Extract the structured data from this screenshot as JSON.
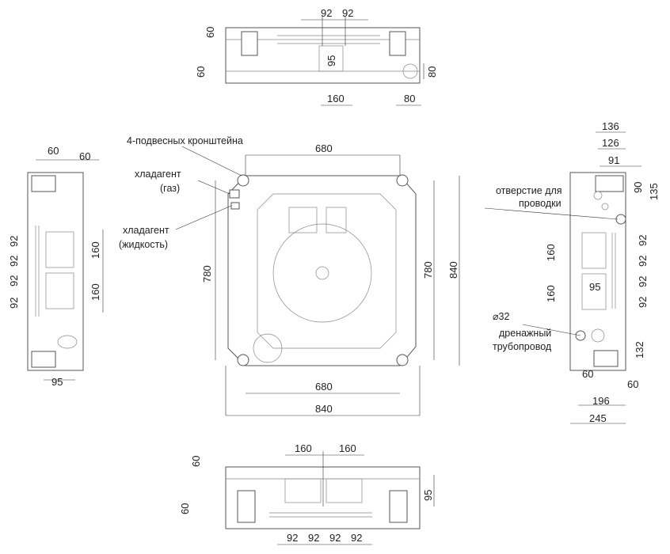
{
  "title": "Cassette unit dimensional drawing",
  "top_view": {
    "d1": "92",
    "d2": "92",
    "d3": "60",
    "d4": "60",
    "d5": "95",
    "d6": "80",
    "d7": "160",
    "d8": "80"
  },
  "main_view": {
    "w_top": "680",
    "h_left": "780",
    "h_right": "780",
    "h_outer": "840",
    "w_bottom": "680",
    "w_outer": "840",
    "label_brackets": "4-подвесных кронштейна",
    "label_gas_1": "хладагент",
    "label_gas_2": "(газ)",
    "label_liquid_1": "хладагент",
    "label_liquid_2": "(жидкость)"
  },
  "left_view": {
    "d1": "60",
    "d2": "60",
    "d92a": "92",
    "d92b": "92",
    "d92c": "92",
    "d92d": "92",
    "d160a": "160",
    "d160b": "160",
    "d95": "95"
  },
  "right_view": {
    "d136": "136",
    "d126": "126",
    "d91": "91",
    "d90": "90",
    "d135": "135",
    "label_wiring_1": "отверстие для",
    "label_wiring_2": "проводки",
    "d160a": "160",
    "d160b": "160",
    "d92a": "92",
    "d92b": "92",
    "d92c": "92",
    "d92d": "92",
    "d95": "95",
    "label_dia": "⌀32",
    "label_drain_1": "дренажный",
    "label_drain_2": "трубопровод",
    "d132": "132",
    "d60a": "60",
    "d60b": "60",
    "d196": "196",
    "d245": "245"
  },
  "bottom_view": {
    "d160a": "160",
    "d160b": "160",
    "d60a": "60",
    "d60b": "60",
    "d95": "95",
    "d92a": "92",
    "d92b": "92",
    "d92c": "92",
    "d92d": "92"
  }
}
